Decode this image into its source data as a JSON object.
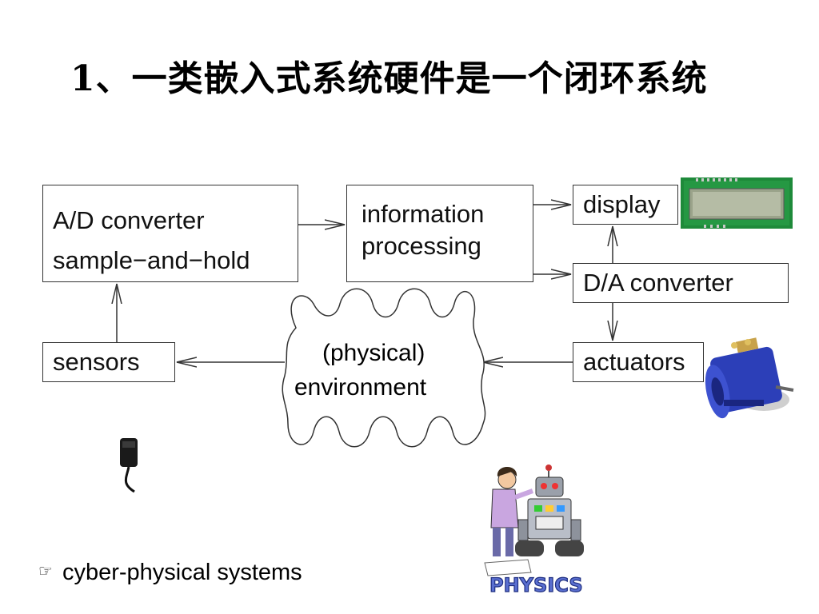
{
  "title": "1、一类嵌入式系统硬件是一个闭环系统",
  "blocks": {
    "ad_line1": "A/D converter",
    "ad_line2": "sample−and−hold",
    "info_line1": "information",
    "info_line2": "processing",
    "display": "display",
    "da": "D/A converter",
    "sensors": "sensors",
    "actuators": "actuators",
    "env_line1": "(physical)",
    "env_line2": "environment"
  },
  "bullet": {
    "icon": "pointing-hand-icon",
    "text": "cyber-physical systems"
  },
  "illustrations": {
    "lcd": "lcd-display-image",
    "motor": "electric-motor-image",
    "sensor": "microphone-sensor-image",
    "robot": "physics-robot-clipart",
    "robot_caption": "PHYSICS"
  },
  "colors": {
    "lcd_board": "#1e8a3a",
    "lcd_screen": "#9aa38a",
    "motor_body": "#2c3fb8",
    "robot_caption": "#5a6fd0"
  }
}
